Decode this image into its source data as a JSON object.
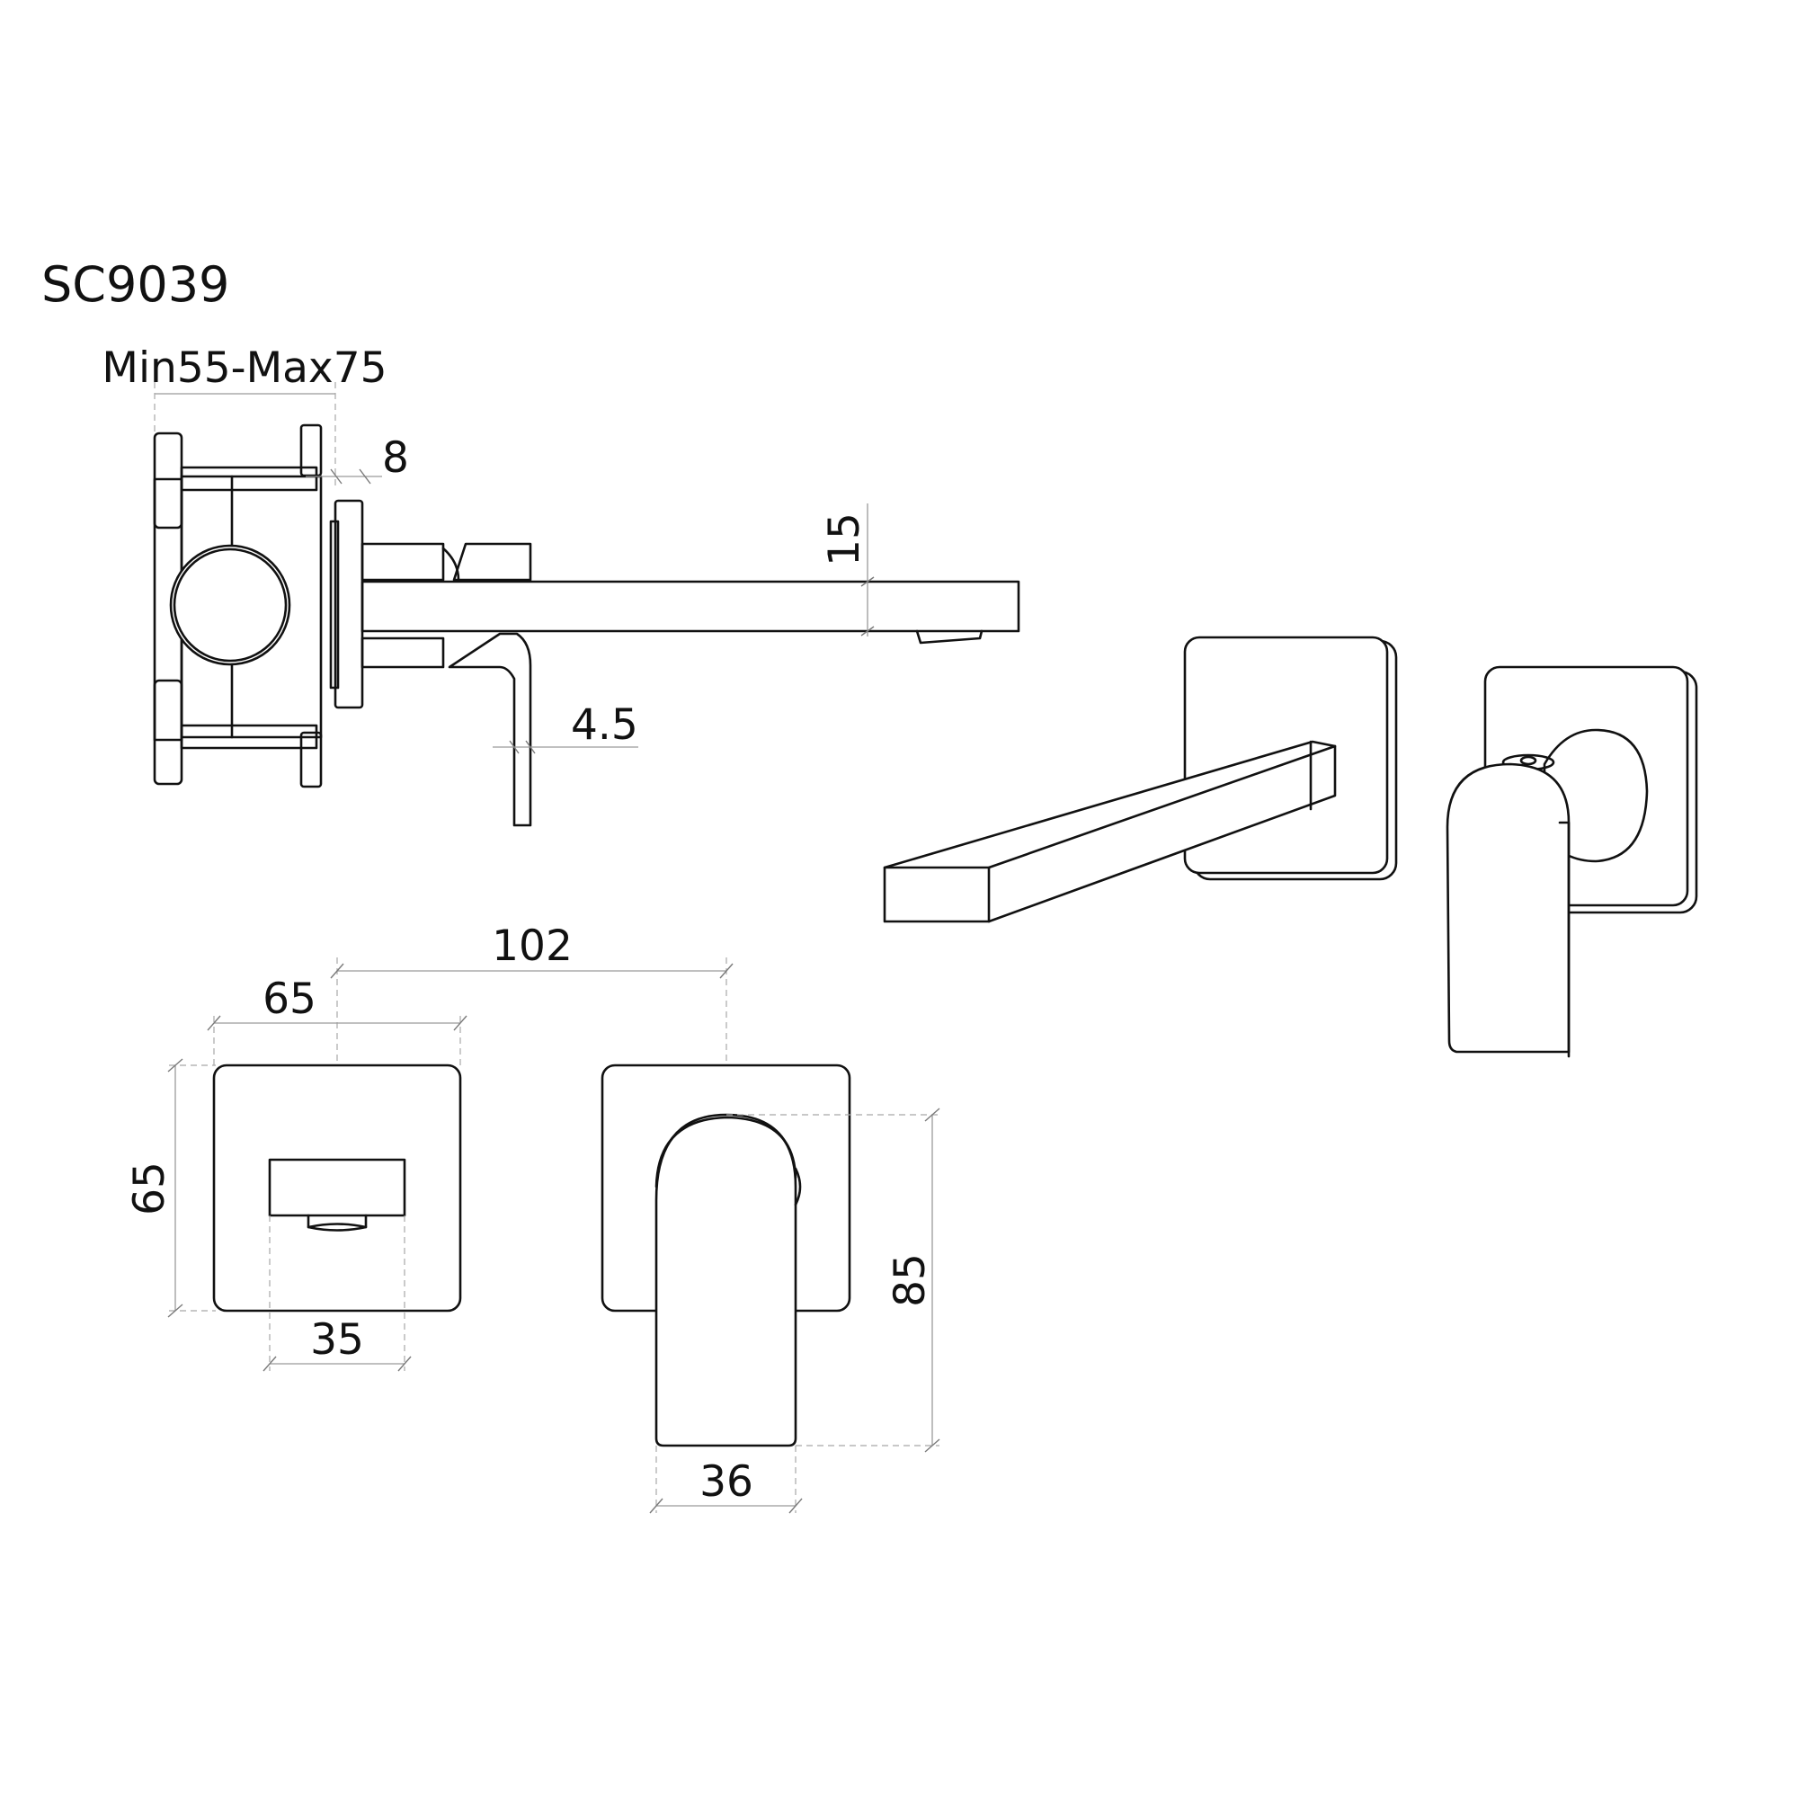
{
  "model": "SC9039",
  "dimensions": {
    "depth_range": "Min55-Max75",
    "plate_thickness": "8",
    "spout_height": "15",
    "lever_thickness": "4.5",
    "center_distance": "102",
    "plate_width": "65",
    "plate_height": "65",
    "spout_width": "35",
    "handle_width": "36",
    "handle_height": "85"
  },
  "colors": {
    "line": "#111111",
    "dimension_line": "#9a9a9a",
    "background": "#ffffff"
  }
}
